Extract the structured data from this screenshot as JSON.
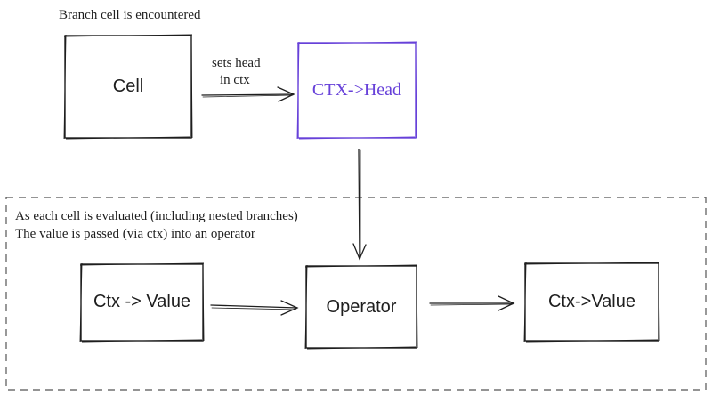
{
  "diagram": {
    "top_caption": "Branch cell is encountered",
    "cell_box": {
      "label": "Cell"
    },
    "edge_label_line1": "sets head",
    "edge_label_line2": "in ctx",
    "head_box": {
      "label": "CTX->Head"
    },
    "region": {
      "caption_line1": "As each cell is evaluated (including nested branches)",
      "caption_line2": "The value is passed (via ctx) into an operator"
    },
    "value_box": {
      "label": "Ctx -> Value"
    },
    "operator_box": {
      "label": "Operator"
    },
    "result_box": {
      "label": "Ctx->Value"
    },
    "colors": {
      "stroke": "#1e1e1e",
      "accent": "#6741d9",
      "dashed": "#555555"
    }
  }
}
